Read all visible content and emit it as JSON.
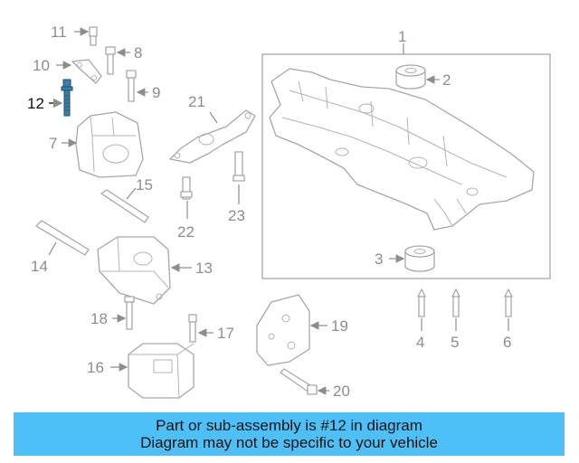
{
  "colors": {
    "banner_bg": "#4cc0f7",
    "label": "#8d8d8d",
    "highlight": "#111111",
    "highlight_part": "#3a7fa8"
  },
  "diagram": {
    "highlighted_part": "12",
    "labels": [
      "1",
      "2",
      "3",
      "4",
      "5",
      "6",
      "7",
      "8",
      "9",
      "10",
      "11",
      "12",
      "13",
      "14",
      "15",
      "16",
      "17",
      "18",
      "19",
      "20",
      "21",
      "22",
      "23"
    ]
  },
  "banner": {
    "line1": "Part or sub-assembly is #12 in diagram",
    "line2": "Diagram may not be specific to your vehicle"
  }
}
